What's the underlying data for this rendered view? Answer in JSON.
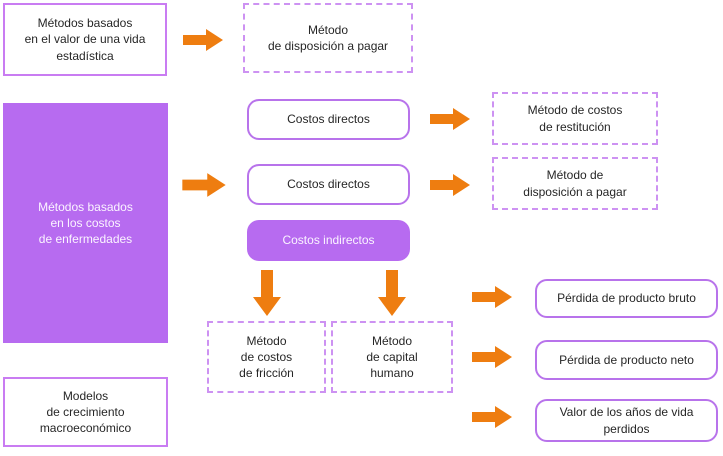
{
  "colors": {
    "background": "#FFFFFF",
    "purple_fill": "#B76BF0",
    "purple_border_solid": "#C97CF2",
    "purple_border_rounded": "#B873EB",
    "purple_border_dashed": "#CD92F2",
    "arrow_orange": "#EE7D10",
    "text_dark": "#262626",
    "text_light": "#FBF4FF"
  },
  "nodes": {
    "vsl": {
      "label": "Métodos basados\nen el valor de una vida\nestadística"
    },
    "wtp_top": {
      "label": "Método\nde disposición a pagar"
    },
    "coi": {
      "label": "Métodos basados\nen los costos\nde enfermedades"
    },
    "direct_costs_1": {
      "label": "Costos directos"
    },
    "direct_costs_2": {
      "label": "Costos directos"
    },
    "indirect_costs": {
      "label": "Costos indirectos"
    },
    "restitution": {
      "label": "Método de costos\nde restitución"
    },
    "wtp_right": {
      "label": "Método de\ndisposición a pagar"
    },
    "friction": {
      "label": "Método\nde costos\nde fricción"
    },
    "human_capital": {
      "label": "Método\nde capital\nhumano"
    },
    "gross_product": {
      "label": "Pérdida de producto bruto"
    },
    "net_product": {
      "label": "Pérdida de producto neto"
    },
    "years_lost": {
      "label": "Valor de los años de vida\nperdidos"
    },
    "macro": {
      "label": "Modelos\nde crecimiento\nmacroeconómico"
    }
  }
}
